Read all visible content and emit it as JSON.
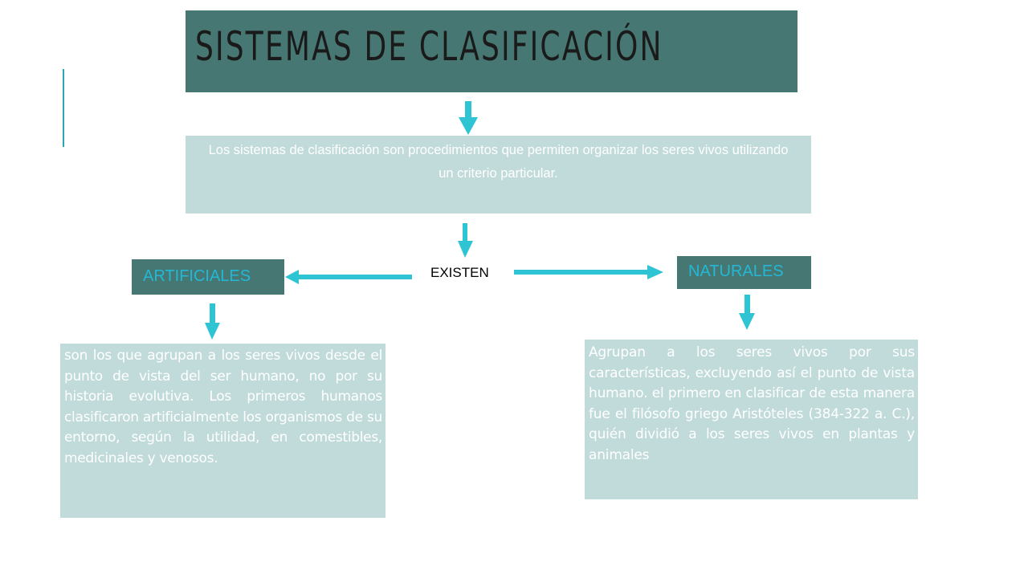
{
  "title": "SISTEMAS DE CLASIFICACIÓN",
  "definition": "Los sistemas de clasificación son procedimientos que permiten organizar los seres vivos utilizando un criterio particular.",
  "connector": "EXISTEN",
  "artificial": {
    "label": "ARTIFICIALES",
    "description": "son los que agrupan a los seres vivos desde el punto de vista del ser humano, no por su historia evolutiva. Los primeros humanos clasificaron artificialmente los organismos de su entorno, según la utilidad, en comestibles, medicinales y venosos."
  },
  "natural": {
    "label": "NATURALES",
    "description": "Agrupan a los seres vivos por sus características, excluyendo así el punto de vista humano. el primero en clasificar de esta manera fue el filósofo griego Aristóteles (384-322 a. C.), quién dividió a los seres vivos en plantas y animales"
  },
  "colors": {
    "dark_teal": "#477772",
    "light_teal": "#c0dbda",
    "arrow_cyan": "#2ec4d3",
    "label_cyan": "#22b8d6"
  }
}
